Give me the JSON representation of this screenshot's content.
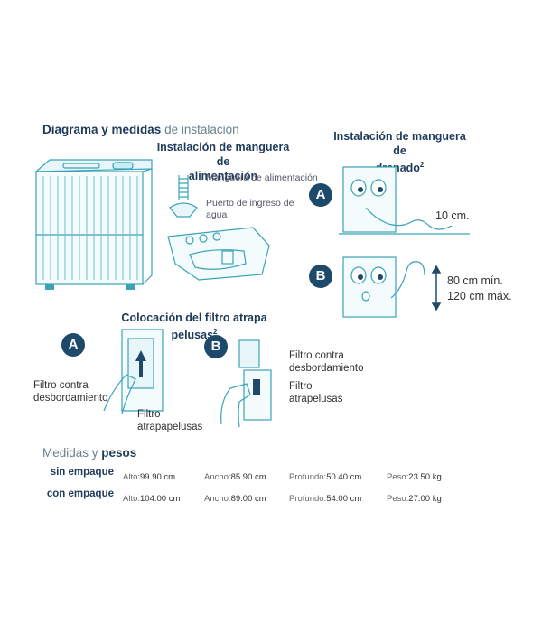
{
  "section_main": {
    "title_bold": "Diagrama y medidas",
    "title_rest": "de instalación"
  },
  "feed_hose": {
    "title_line1": "Instalación de manguera de",
    "title_line2": "alimentación",
    "label_hose": "Manguera de alimentación",
    "label_port_line1": "Puerto de ingreso de",
    "label_port_line2": "agua"
  },
  "drain_hose": {
    "title_line1": "Instalación de manguera de",
    "title_line2": "drenado",
    "title_sup": "2",
    "badge_a": "A",
    "measure_a": "10 cm.",
    "badge_b": "B",
    "measure_b_line1": "80 cm mín.",
    "measure_b_line2": "120 cm máx."
  },
  "lint_filter": {
    "title": "Colocación del filtro atrapa pelusas",
    "title_sup": "2",
    "badge_a": "A",
    "badge_b": "B",
    "a_label1_line1": "Filtro contra",
    "a_label1_line2": "desbordamiento",
    "a_label2_line1": "Filtro",
    "a_label2_line2": "atrapapelusas",
    "b_label1_line1": "Filtro contra",
    "b_label1_line2": "desbordamiento",
    "b_label2_line1": "Filtro",
    "b_label2_line2": "atrapelusas"
  },
  "dimensions": {
    "title_light": "Medidas y",
    "title_bold": "pesos",
    "rows": [
      {
        "label": "sin empaque",
        "alto_k": "Alto:",
        "alto_v": "99.90 cm",
        "ancho_k": "Ancho:",
        "ancho_v": "85.90 cm",
        "prof_k": "Profundo:",
        "prof_v": "50.40 cm",
        "peso_k": "Peso:",
        "peso_v": "23.50 kg"
      },
      {
        "label": "con empaque",
        "alto_k": "Alto:",
        "alto_v": "104.00 cm",
        "ancho_k": "Ancho:",
        "ancho_v": "89.00 cm",
        "prof_k": "Profundo:",
        "prof_v": "54.00 cm",
        "peso_k": "Peso:",
        "peso_v": "27.00 kg"
      }
    ]
  },
  "colors": {
    "navy": "#1d4a6b",
    "line_art": "#3aa3b8"
  }
}
